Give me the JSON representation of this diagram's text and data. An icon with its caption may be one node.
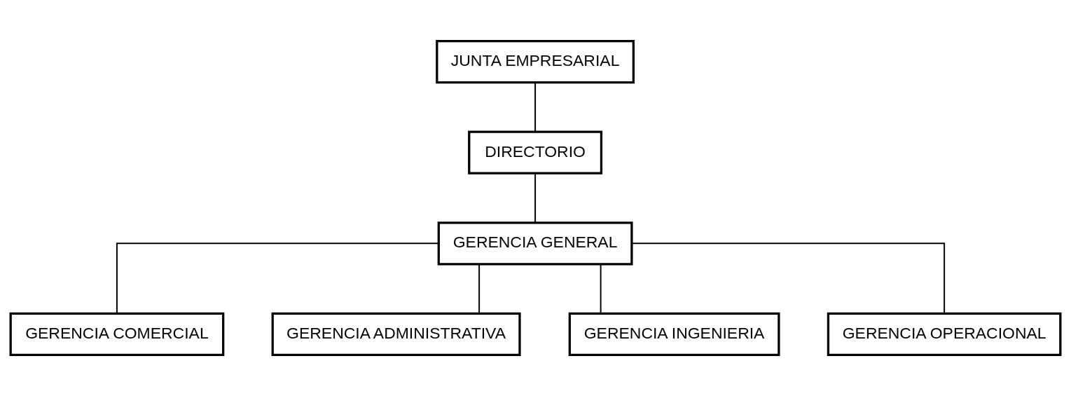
{
  "diagram": {
    "nodes": [
      {
        "text": [
          "JUNTA EMPRESARIAL"
        ]
      },
      {
        "text": [
          "DIRECTORIO"
        ]
      },
      {
        "text": [
          "GERENCIA GENERAL"
        ]
      },
      {
        "text": [
          "GERENCIA COMERCIAL"
        ]
      },
      {
        "text": [
          "GERENCIA ADMINISTRATIVA"
        ]
      },
      {
        "text": [
          "GERENCIA INGENIERIA"
        ]
      },
      {
        "text": [
          "GERENCIA OPERACIONAL"
        ]
      }
    ],
    "edges": [
      {
        "from": 0,
        "to": 1,
        "arrow": "none"
      },
      {
        "from": 1,
        "to": 2,
        "arrow": "none"
      },
      {
        "from": 2,
        "to": 3,
        "arrow": "none"
      },
      {
        "from": 2,
        "to": 4,
        "arrow": "none"
      },
      {
        "from": 2,
        "to": 5,
        "arrow": "none"
      },
      {
        "from": 2,
        "to": 6,
        "arrow": "none"
      }
    ]
  }
}
